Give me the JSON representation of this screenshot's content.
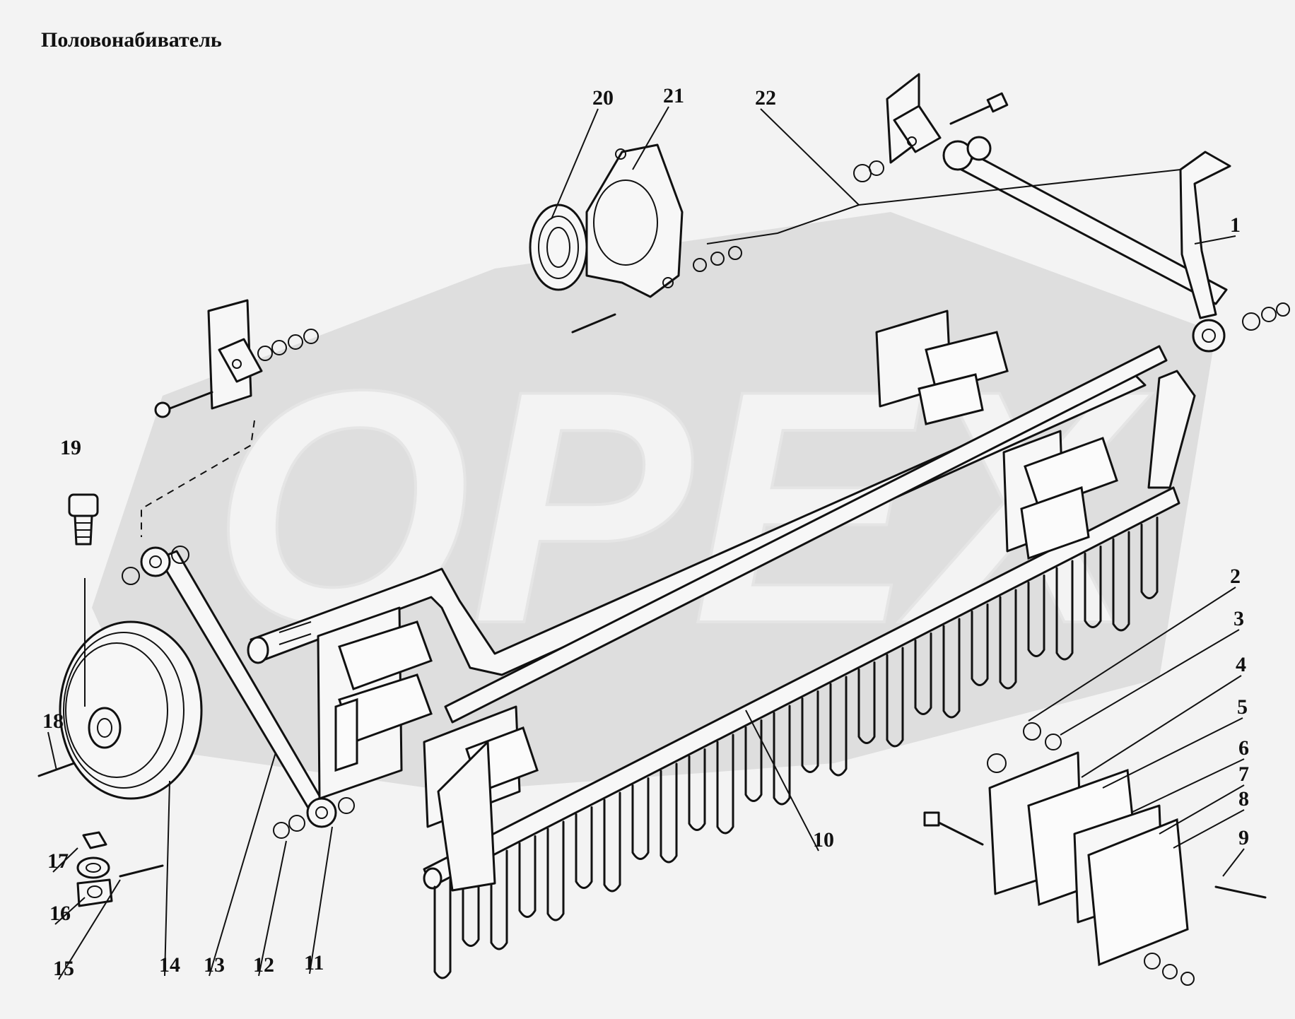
{
  "title": "Половонабиватель",
  "watermark": {
    "text": "OPEX",
    "color": "#d8d8d8"
  },
  "colors": {
    "background": "#f3f3f3",
    "ink": "#111111"
  },
  "callouts": [
    {
      "id": "1",
      "label": "1"
    },
    {
      "id": "2",
      "label": "2"
    },
    {
      "id": "3",
      "label": "3"
    },
    {
      "id": "4",
      "label": "4"
    },
    {
      "id": "5",
      "label": "5"
    },
    {
      "id": "6",
      "label": "6"
    },
    {
      "id": "7",
      "label": "7"
    },
    {
      "id": "8",
      "label": "8"
    },
    {
      "id": "9",
      "label": "9"
    },
    {
      "id": "10",
      "label": "10"
    },
    {
      "id": "11",
      "label": "11"
    },
    {
      "id": "12",
      "label": "12"
    },
    {
      "id": "13",
      "label": "13"
    },
    {
      "id": "14",
      "label": "14"
    },
    {
      "id": "15",
      "label": "15"
    },
    {
      "id": "16",
      "label": "16"
    },
    {
      "id": "17",
      "label": "17"
    },
    {
      "id": "18",
      "label": "18"
    },
    {
      "id": "19",
      "label": "19"
    },
    {
      "id": "20",
      "label": "20"
    },
    {
      "id": "21",
      "label": "21"
    },
    {
      "id": "22",
      "label": "22"
    }
  ]
}
